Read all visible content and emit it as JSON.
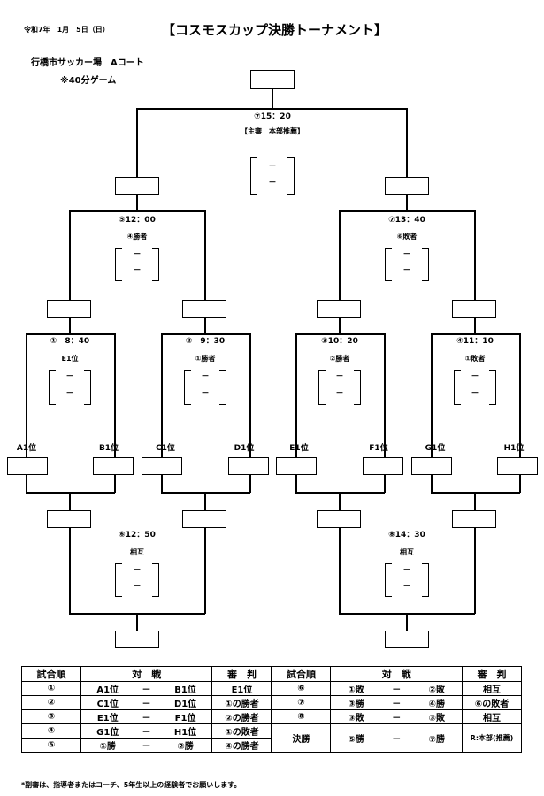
{
  "header": {
    "date": "令和7年　1月　5日（日）",
    "title": "【コスモスカップ決勝トーナメント】",
    "venue": "行橋市サッカー場　Aコート",
    "duration": "※40分ゲーム"
  },
  "final": {
    "match": "⑦15：20",
    "ref": "【主審　本部推薦】",
    "s1": "－",
    "s2": "－"
  },
  "semis": [
    {
      "match": "⑤12：00",
      "ref": "④勝者",
      "s1": "－",
      "s2": "－"
    },
    {
      "match": "⑦13：40",
      "ref": "⑥敗者",
      "s1": "－",
      "s2": "－"
    }
  ],
  "quarters": [
    {
      "match": "①　8：40",
      "ref": "E1位",
      "s1": "－",
      "s2": "－"
    },
    {
      "match": "②　9：30",
      "ref": "①勝者",
      "s1": "－",
      "s2": "－"
    },
    {
      "match": "③10：20",
      "ref": "②勝者",
      "s1": "－",
      "s2": "－"
    },
    {
      "match": "④11：10",
      "ref": "①敗者",
      "s1": "－",
      "s2": "－"
    }
  ],
  "teams": [
    "A1位",
    "B1位",
    "C1位",
    "D1位",
    "E1位",
    "F1位",
    "G1位",
    "H1位"
  ],
  "losers": [
    {
      "match": "⑥12：50",
      "ref": "相互",
      "s1": "－",
      "s2": "－"
    },
    {
      "match": "⑧14：30",
      "ref": "相互",
      "s1": "－",
      "s2": "－"
    }
  ],
  "table": {
    "headers": [
      "試合順",
      "対　戦",
      "審　判",
      "試合順",
      "対　戦",
      "審　判"
    ],
    "rows": [
      {
        "no": "①",
        "a": "A1位",
        "dash": "－",
        "b": "B1位",
        "ref": "E1位",
        "no2": "⑥",
        "a2": "①敗",
        "dash2": "－",
        "b2": "②敗",
        "ref2": "相互"
      },
      {
        "no": "②",
        "a": "C1位",
        "dash": "－",
        "b": "D1位",
        "ref": "①の勝者",
        "no2": "⑦",
        "a2": "③勝",
        "dash2": "－",
        "b2": "④勝",
        "ref2": "⑥の敗者"
      },
      {
        "no": "③",
        "a": "E1位",
        "dash": "－",
        "b": "F1位",
        "ref": "②の勝者",
        "no2": "⑧",
        "a2": "③敗",
        "dash2": "－",
        "b2": "③敗",
        "ref2": "相互"
      },
      {
        "no": "④",
        "a": "G1位",
        "dash": "－",
        "b": "H1位",
        "ref": "①の敗者"
      },
      {
        "no": "⑤",
        "a": "①勝",
        "dash": "－",
        "b": "②勝",
        "ref": "④の勝者"
      }
    ],
    "final_row": {
      "no": "決勝",
      "a": "⑤勝",
      "dash": "－",
      "b": "⑦勝",
      "ref": "R:本部(推薦)"
    }
  },
  "note": "*副審は、指導者またはコーチ、5年生以上の経験者でお願いします。"
}
